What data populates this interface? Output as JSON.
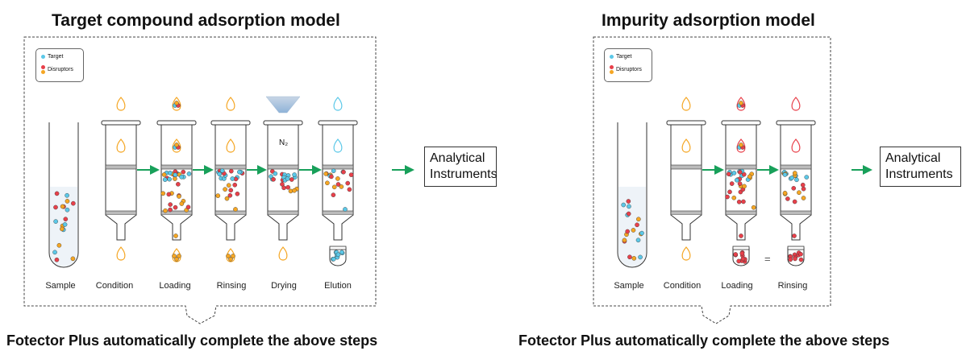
{
  "left": {
    "title": "Target compound adsorption model",
    "caption": "Fotector Plus automatically complete the above steps",
    "legend": {
      "target": "Target",
      "disruptors": "Disruptors"
    },
    "steps": [
      "Sample",
      "Condition",
      "Loading",
      "Rinsing",
      "Drying",
      "Elution"
    ],
    "gas_label": "N₂",
    "instrument": "Analytical Instruments"
  },
  "right": {
    "title": "Impurity adsorption model",
    "caption": "Fotector Plus automatically complete the above steps",
    "legend": {
      "target": "Target",
      "disruptors": "Disruptors"
    },
    "steps": [
      "Sample",
      "Condition",
      "Loading",
      "Rinsing"
    ],
    "equals": "=",
    "instrument": "Analytical Instruments"
  },
  "colors": {
    "target": "#5bc8e8",
    "disruptor_red": "#e8404a",
    "disruptor_orange": "#f5a623",
    "arrow": "#18a05a"
  }
}
